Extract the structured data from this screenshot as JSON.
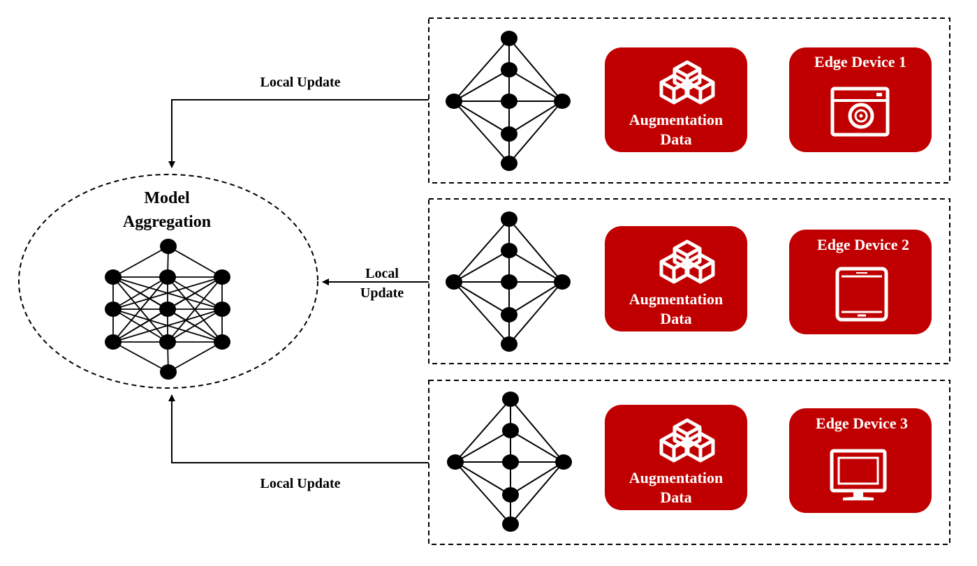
{
  "colors": {
    "accent": "#c00000",
    "ink": "#000000",
    "icon": "#ffffff"
  },
  "aggregation": {
    "title_line1": "Model",
    "title_line2": "Aggregation",
    "icon": "fully-connected-network-icon"
  },
  "updates": {
    "top": "Local Update",
    "middle_line1": "Local",
    "middle_line2": "Update",
    "bottom": "Local Update"
  },
  "devices": [
    {
      "title": "Edge Device 1",
      "icon": "camera-icon",
      "aug_line1": "Augmentation",
      "aug_line2": "Data",
      "aug_icon": "cubes-icon"
    },
    {
      "title": "Edge Device 2",
      "icon": "tablet-icon",
      "aug_line1": "Augmentation",
      "aug_line2": "Data",
      "aug_icon": "cubes-icon"
    },
    {
      "title": "Edge Device 3",
      "icon": "monitor-icon",
      "aug_line1": "Augmentation",
      "aug_line2": "Data",
      "aug_icon": "cubes-icon"
    }
  ]
}
